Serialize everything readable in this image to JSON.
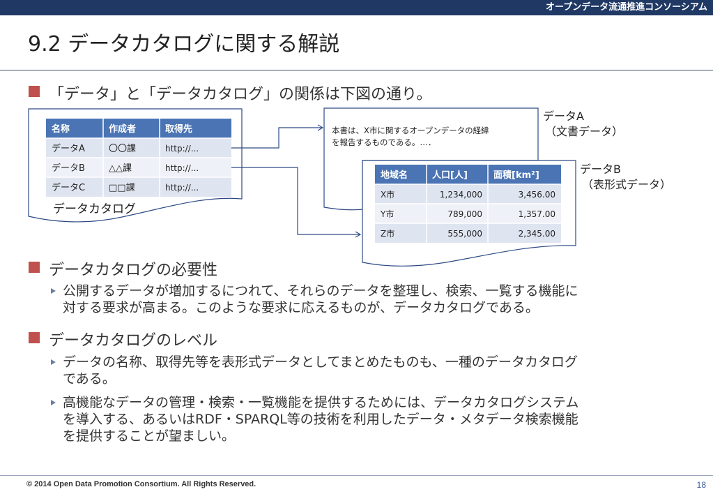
{
  "header": {
    "org": "オープンデータ流通推進コンソーシアム"
  },
  "slide": {
    "title": "9.2 データカタログに関する解説",
    "section1": "「データ」と「データカタログ」の関係は下図の通り。",
    "section2": "データカタログの必要性",
    "section2_items": [
      {
        "line1": "公開するデータが増加するにつれて、それらのデータを整理し、検索、一覧する機能に",
        "line2": "対する要求が高まる。このような要求に応えるものが、データカタログである。"
      }
    ],
    "section3": "データカタログのレベル",
    "section3_items": [
      {
        "line1": "データの名称、取得先等を表形式データとしてまとめたものも、一種のデータカタログ",
        "line2": "である。"
      },
      {
        "line1": "高機能なデータの管理・検索・一覧機能を提供するためには、データカタログシステム",
        "line2": "を導入する、あるいはRDF・SPARQL等の技術を利用したデータ・メタデータ検索機能",
        "line3": "を提供することが望ましい。"
      }
    ]
  },
  "diagram": {
    "catalog": {
      "headers": [
        "名称",
        "作成者",
        "取得先"
      ],
      "rows": [
        [
          "データA",
          "〇〇課",
          "http://..."
        ],
        [
          "データB",
          "△△課",
          "http://..."
        ],
        [
          "データC",
          "□□課",
          "http://..."
        ]
      ],
      "label": "データカタログ"
    },
    "docA": {
      "text_line1": "本書は、X市に関するオープンデータの経緯",
      "text_line2": "を報告するものである。…．",
      "label_line1": "データA",
      "label_line2": "（文書データ）"
    },
    "docB": {
      "headers": [
        "地域名",
        "人口[人]",
        "面積[km²]"
      ],
      "rows": [
        [
          "X市",
          "1,234,000",
          "3,456.00"
        ],
        [
          "Y市",
          "789,000",
          "1,357.00"
        ],
        [
          "Z市",
          "555,000",
          "2,345.00"
        ]
      ],
      "label_line1": "データB",
      "label_line2": "（表形式データ）"
    },
    "colors": {
      "table_header": "#4a74b4",
      "row_odd": "#dfe5f0",
      "row_even": "#eef1f7",
      "border": "#2e4a85"
    }
  },
  "footer": {
    "copyright": "© 2014 Open Data Promotion Consortium. All Rights Reserved.",
    "page": "18"
  }
}
